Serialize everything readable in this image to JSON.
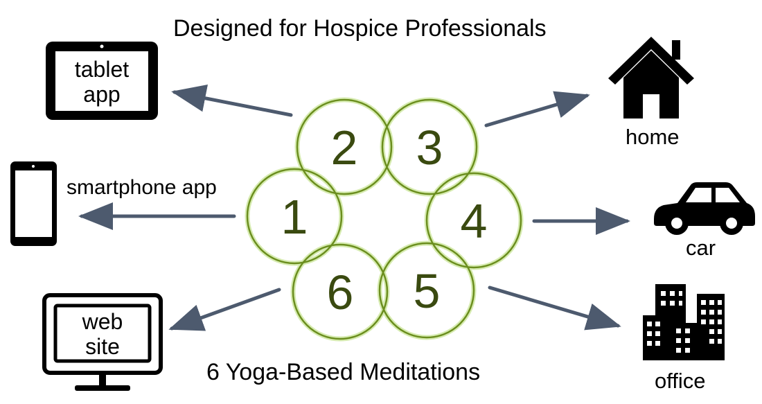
{
  "header": {
    "title": "Designed for Hospice Professionals"
  },
  "footer": {
    "caption": "6 Yoga-Based Meditations"
  },
  "meditations": [
    "1",
    "2",
    "3",
    "4",
    "5",
    "6"
  ],
  "platforms": {
    "tablet": {
      "line1": "tablet",
      "line2": "app",
      "icon": "tablet-icon"
    },
    "smartphone": {
      "label": "smartphone app",
      "icon": "smartphone-icon"
    },
    "website": {
      "line1": "web",
      "line2": "site",
      "icon": "monitor-icon"
    }
  },
  "places": {
    "home": {
      "label": "home",
      "icon": "house-icon"
    },
    "car": {
      "label": "car",
      "icon": "car-icon"
    },
    "office": {
      "label": "office",
      "icon": "office-building-icon"
    }
  },
  "colors": {
    "circle_stroke": "#6b8e1e",
    "circle_glow": "#d6ebb0",
    "arrow": "#4d5a6e",
    "icon": "#000000"
  }
}
